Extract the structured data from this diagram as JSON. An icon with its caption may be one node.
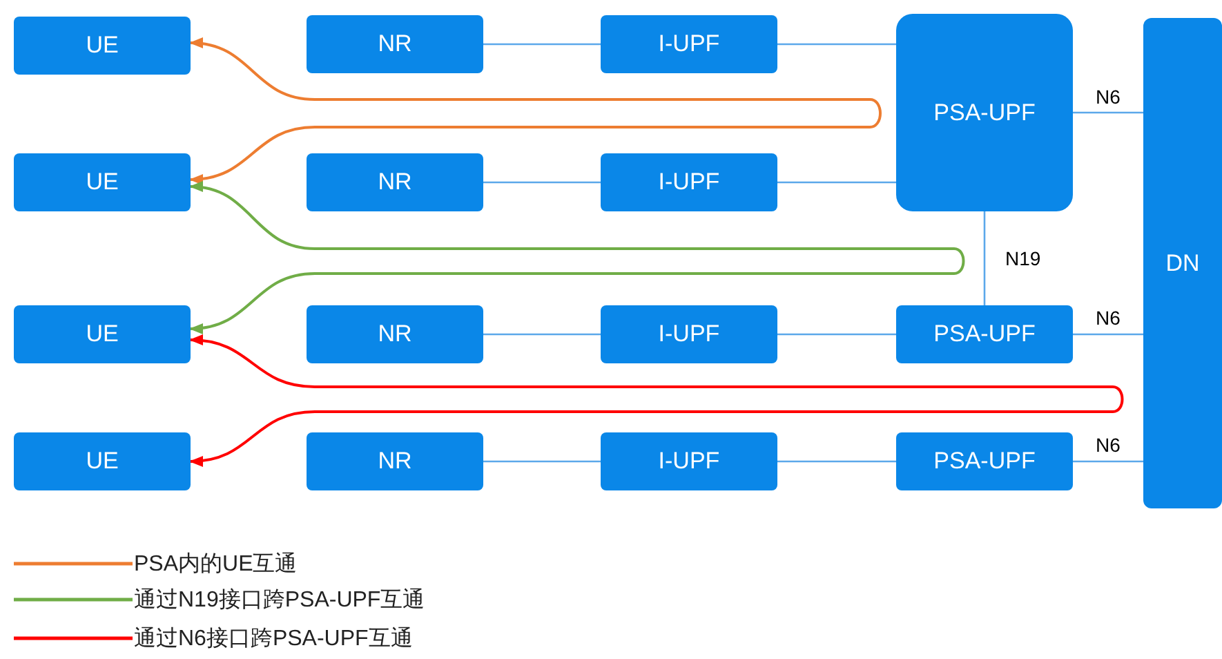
{
  "diagram": {
    "nodes": [
      {
        "text": [
          "UE"
        ]
      },
      {
        "text": [
          "NR"
        ]
      },
      {
        "text": [
          "I-UPF"
        ]
      },
      {
        "text": [
          "PSA-UPF"
        ]
      },
      {
        "text": [
          "DN"
        ]
      },
      {
        "text": [
          "UE"
        ]
      },
      {
        "text": [
          "NR"
        ]
      },
      {
        "text": [
          "I-UPF"
        ]
      },
      {
        "text": [
          "UE"
        ]
      },
      {
        "text": [
          "NR"
        ]
      },
      {
        "text": [
          "I-UPF"
        ]
      },
      {
        "text": [
          "PSA-UPF"
        ]
      },
      {
        "text": [
          "UE"
        ]
      },
      {
        "text": [
          "NR"
        ]
      },
      {
        "text": [
          "I-UPF"
        ]
      },
      {
        "text": [
          "PSA-UPF"
        ]
      }
    ],
    "edges": [
      {
        "from": 1,
        "to": 2,
        "arrow": "none"
      },
      {
        "from": 2,
        "to": 3,
        "arrow": "none"
      },
      {
        "from": 3,
        "to": 4,
        "arrow": "none",
        "label": "N6"
      },
      {
        "from": 6,
        "to": 7,
        "arrow": "none"
      },
      {
        "from": 7,
        "to": 3,
        "arrow": "none"
      },
      {
        "from": 3,
        "to": 11,
        "arrow": "none",
        "label": "N19"
      },
      {
        "from": 9,
        "to": 10,
        "arrow": "none"
      },
      {
        "from": 10,
        "to": 11,
        "arrow": "none"
      },
      {
        "from": 11,
        "to": 4,
        "arrow": "none",
        "label": "N6"
      },
      {
        "from": 13,
        "to": 14,
        "arrow": "none"
      },
      {
        "from": 14,
        "to": 15,
        "arrow": "none"
      },
      {
        "from": 15,
        "to": 4,
        "arrow": "none",
        "label": "N6"
      },
      {
        "from": 0,
        "to": 5,
        "arrow": "both",
        "color": "#ed7d31"
      },
      {
        "from": 5,
        "to": 8,
        "arrow": "both",
        "color": "#70ad47"
      },
      {
        "from": 8,
        "to": 12,
        "arrow": "both",
        "color": "#ff0000"
      }
    ],
    "legend": [
      {
        "text": "PSA内的UE互通"
      },
      {
        "text": "通过N19接口跨PSA-UPF互通"
      },
      {
        "text": "通过N6接口跨PSA-UPF互通"
      }
    ]
  }
}
